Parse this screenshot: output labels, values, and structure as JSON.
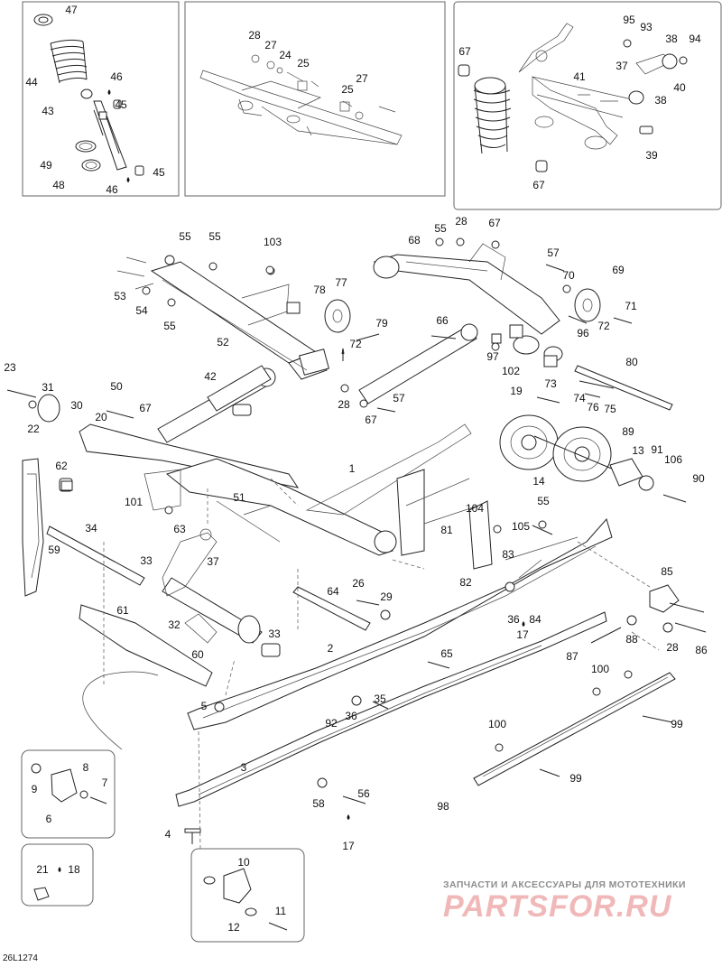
{
  "diagram_code": "26L1274",
  "watermark": {
    "tagline": "ЗАПЧАСТИ И АКСЕССУАРЫ ДЛЯ МОТОТЕХНИКИ",
    "brand": "PARTSFOR.RU"
  },
  "inset_topleft": {
    "callouts": [
      "47",
      "46",
      "44",
      "45",
      "43",
      "49",
      "45",
      "48",
      "46"
    ]
  },
  "inset_topcenter": {
    "callouts": [
      "28",
      "27",
      "24",
      "25",
      "25",
      "27"
    ]
  },
  "inset_topright": {
    "callouts": [
      "95",
      "93",
      "38",
      "94",
      "67",
      "37",
      "40",
      "41",
      "38",
      "39",
      "67"
    ]
  },
  "main": {
    "callouts": [
      "55",
      "55",
      "103",
      "68",
      "55",
      "28",
      "67",
      "57",
      "53",
      "54",
      "55",
      "52",
      "77",
      "78",
      "79",
      "72",
      "70",
      "69",
      "71",
      "66",
      "96",
      "97",
      "102",
      "72",
      "80",
      "73",
      "74",
      "76",
      "75",
      "23",
      "31",
      "22",
      "50",
      "20",
      "67",
      "30",
      "42",
      "28",
      "57",
      "67",
      "19",
      "89",
      "13",
      "91",
      "106",
      "90",
      "14",
      "1",
      "62",
      "101",
      "51",
      "63",
      "34",
      "37",
      "33",
      "104",
      "105",
      "81",
      "82",
      "83",
      "55",
      "59",
      "64",
      "26",
      "29",
      "36",
      "84",
      "17",
      "85",
      "61",
      "32",
      "60",
      "33",
      "88",
      "28",
      "86",
      "87",
      "2",
      "65",
      "100",
      "5",
      "92",
      "35",
      "36",
      "100",
      "99",
      "9",
      "8",
      "7",
      "6",
      "3",
      "58",
      "56",
      "99",
      "98",
      "4",
      "17",
      "10",
      "21",
      "18",
      "12",
      "11"
    ]
  }
}
